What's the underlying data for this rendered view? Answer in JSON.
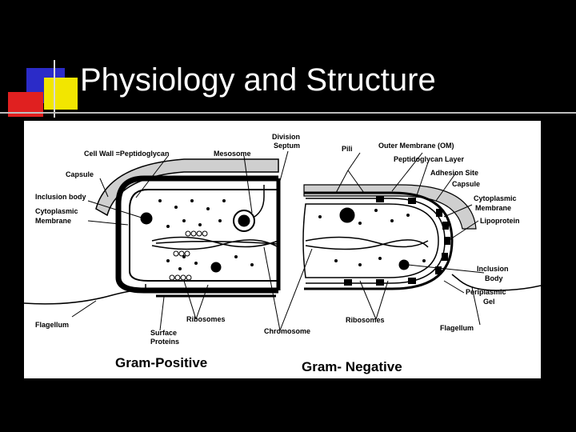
{
  "slide": {
    "title": "Physiology and Structure"
  },
  "colors": {
    "background": "#000000",
    "accent_blue": "#2b2bc8",
    "accent_yellow": "#f2e600",
    "accent_red": "#e02020",
    "title_text": "#ffffff"
  },
  "diagram": {
    "gram_positive_caption": "Gram-Positive",
    "gram_negative_caption": "Gram- Negative",
    "labels": {
      "cell_wall": "Cell Wall =Peptidoglycan",
      "mesosome": "Mesosome",
      "division_septum_1": "Division",
      "division_septum_2": "Septum",
      "pili": "Pili",
      "outer_membrane": "Outer Membrane (OM)",
      "peptidoglycan_layer": "Peptidoglycan Layer",
      "adhesion_site": "Adhesion Site",
      "capsule_right": "Capsule",
      "capsule_left": "Capsule",
      "inclusion_body_left": "Inclusion body",
      "cytoplasmic_membrane_left_1": "Cytoplasmic",
      "cytoplasmic_membrane_left_2": "Membrane",
      "cytoplasmic_membrane_right_1": "Cytoplasmic",
      "cytoplasmic_membrane_right_2": "Membrane",
      "lipoprotein": "Lipoprotein",
      "inclusion_body_right_1": "Inclusion",
      "inclusion_body_right_2": "Body",
      "periplasmic_gel_1": "Periplasmic",
      "periplasmic_gel_2": "Gel",
      "flagellum_left": "Flagellum",
      "flagellum_right": "Flagellum",
      "surface_proteins_1": "Surface",
      "surface_proteins_2": "Proteins",
      "ribosomes_left": "Ribosomes",
      "ribosomes_right": "Ribosomes",
      "chromosome": "Chromosome"
    }
  }
}
